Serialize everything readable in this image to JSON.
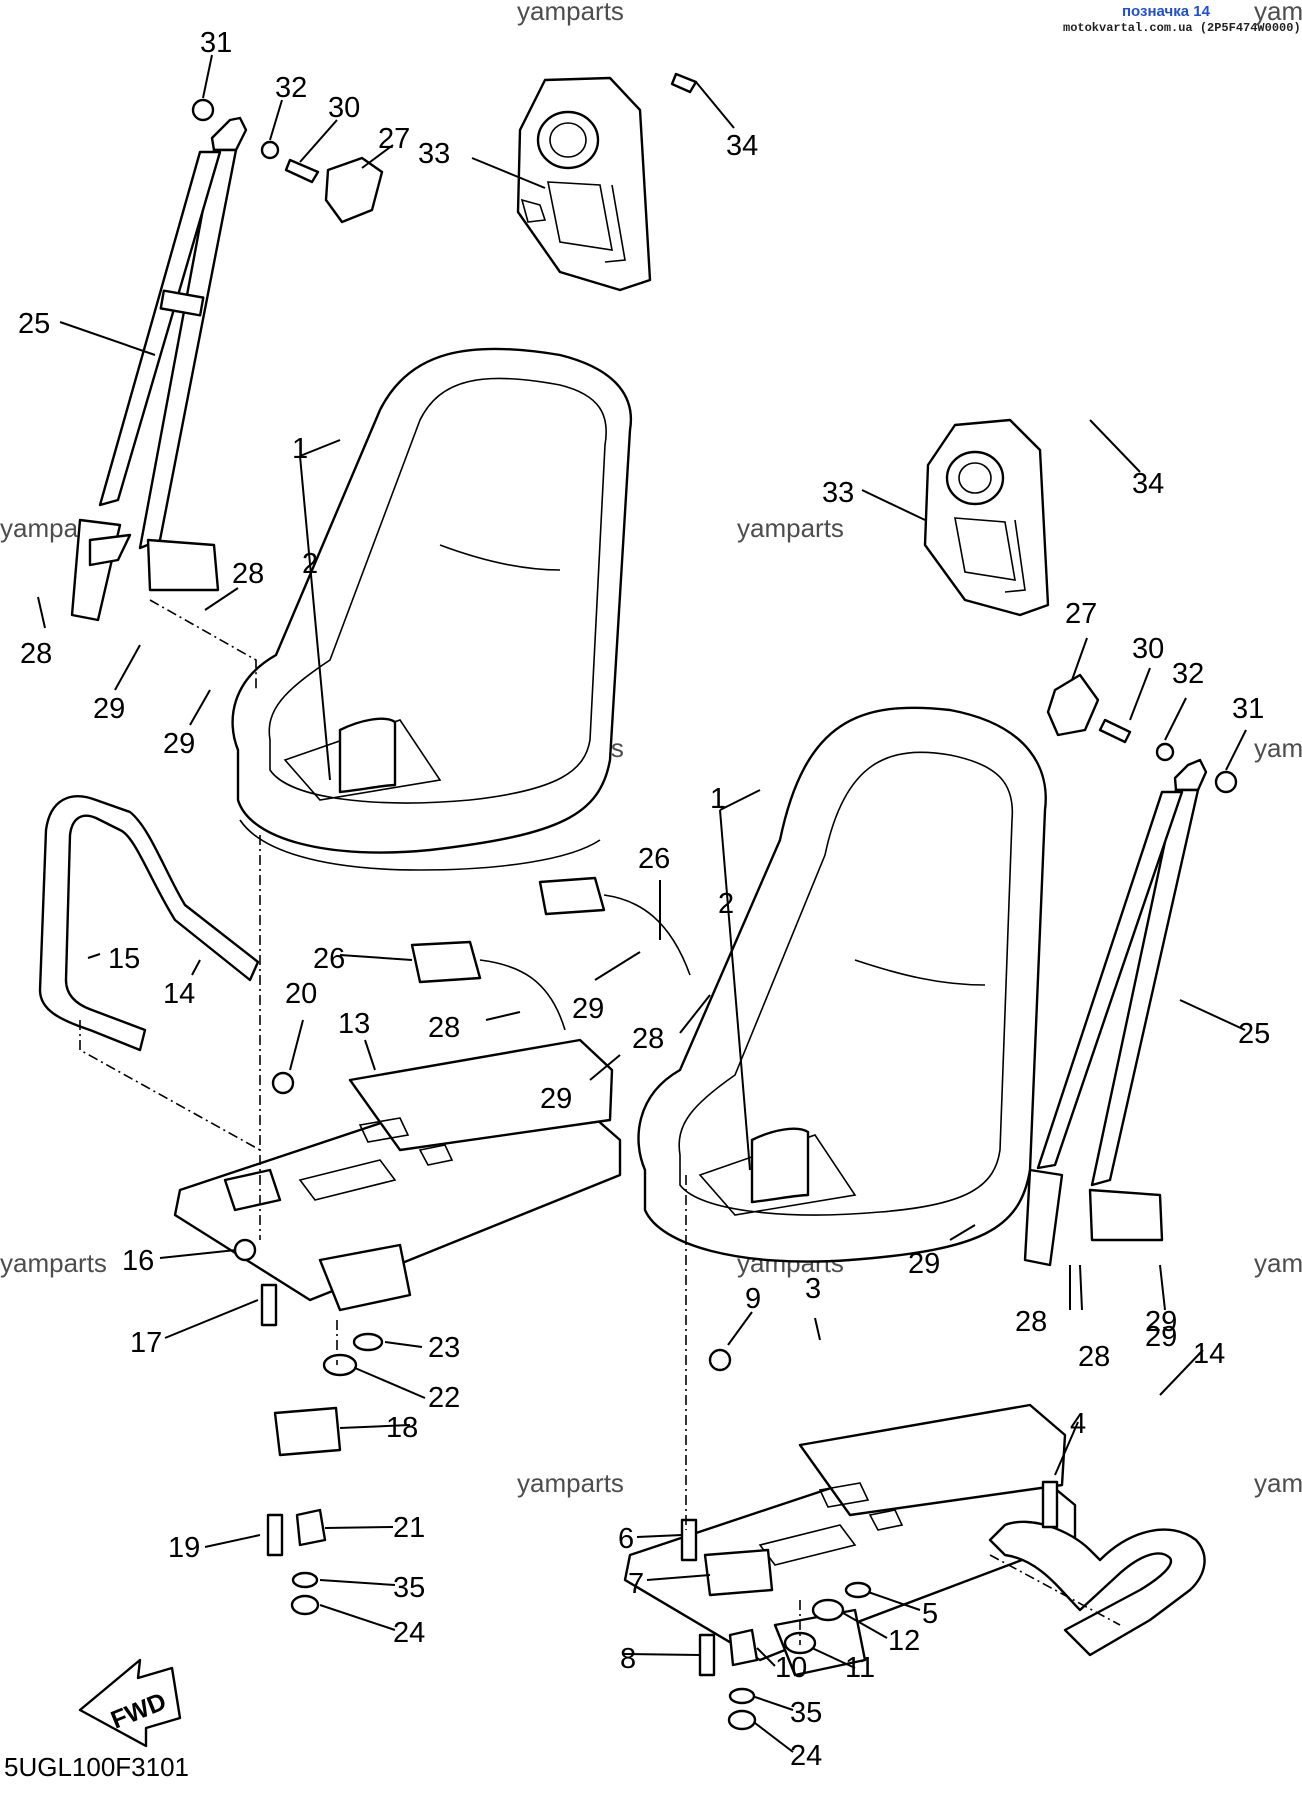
{
  "header": {
    "tag": "позначка 14",
    "source": "motokvartal.com.ua (2P5F474W0000)"
  },
  "diagram_code": "5UGL100F3101",
  "fwd_label": "FWD",
  "watermarks": [
    "yamparts",
    "yamparts",
    "yamparts",
    "yamparts",
    "yamparts",
    "yamparts",
    "yamparts",
    "yam",
    "yam",
    "yam",
    "yam"
  ],
  "callouts": [
    "31",
    "32",
    "30",
    "27",
    "33",
    "34",
    "25",
    "1",
    "2",
    "28",
    "28",
    "29",
    "29",
    "33",
    "34",
    "27",
    "30",
    "32",
    "31",
    "1",
    "2",
    "26",
    "26",
    "29",
    "28",
    "29",
    "28",
    "25",
    "15",
    "14",
    "20",
    "13",
    "29",
    "16",
    "17",
    "23",
    "22",
    "18",
    "19",
    "21",
    "35",
    "24",
    "29",
    "28",
    "28",
    "29",
    "9",
    "3",
    "14",
    "4",
    "6",
    "7",
    "5",
    "12",
    "8",
    "10",
    "11",
    "35",
    "24"
  ]
}
